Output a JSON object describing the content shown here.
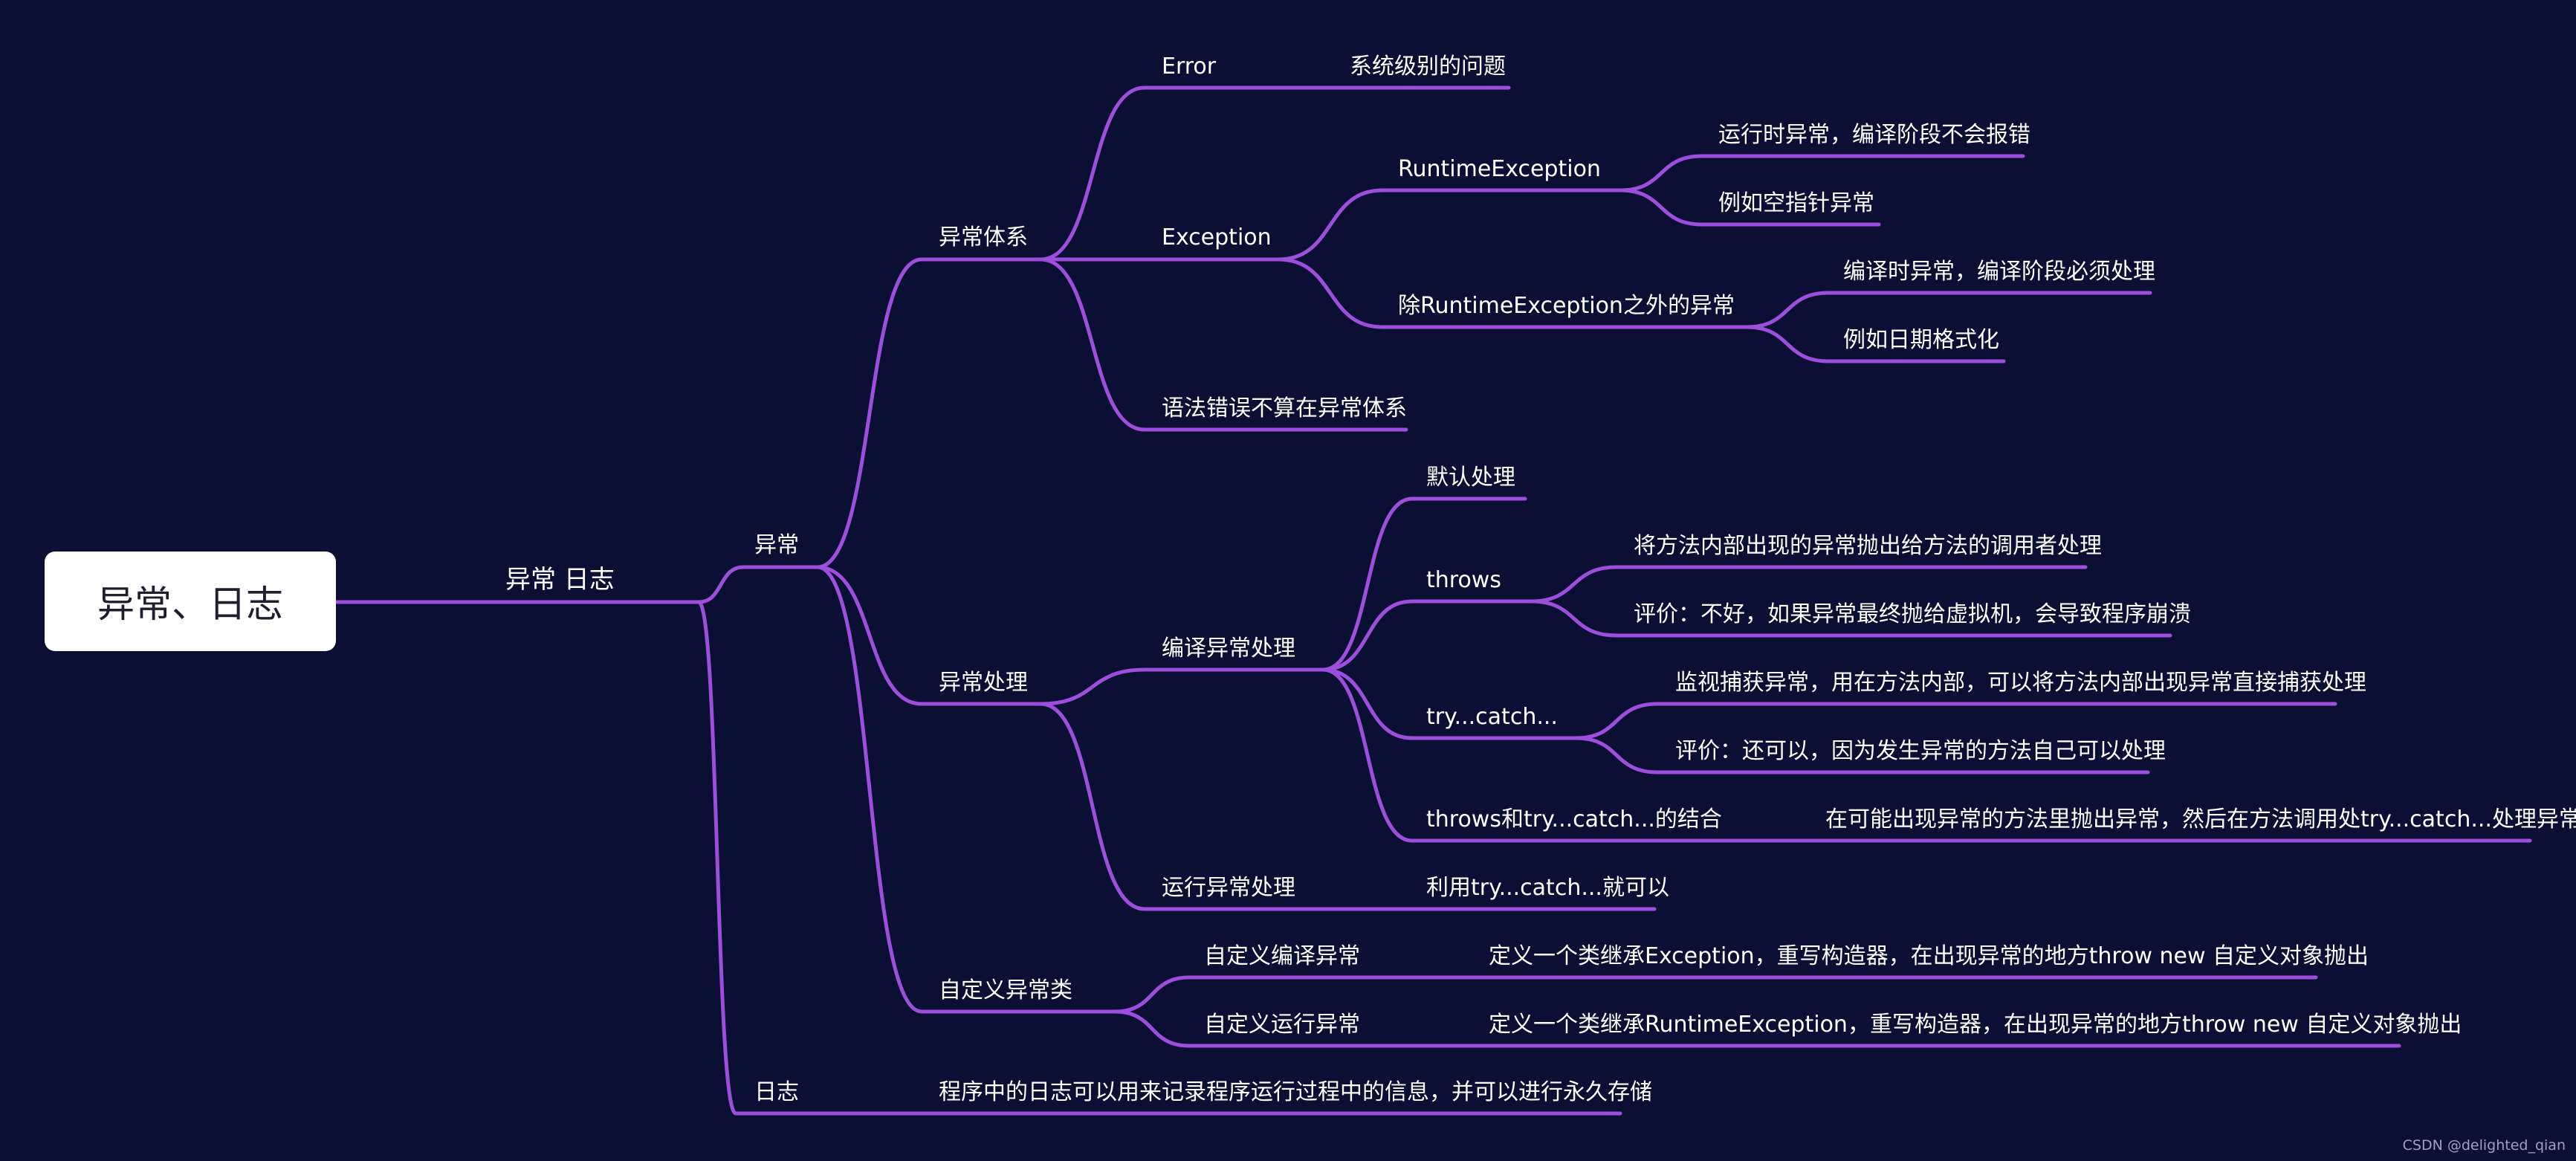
{
  "colors": {
    "background": "#0b0f33",
    "line": "#9d4edd",
    "root_box": "#ffffff",
    "text": "#ffffff"
  },
  "root": "异常、日志",
  "nodes": [
    {
      "id": "n1",
      "text": "异常 日志"
    },
    {
      "id": "yc",
      "text": "异常"
    },
    {
      "id": "rz",
      "text": "日志"
    },
    {
      "id": "txi",
      "text": "异常体系"
    },
    {
      "id": "cl",
      "text": "异常处理"
    },
    {
      "id": "zdy",
      "text": "自定义异常类"
    },
    {
      "id": "err",
      "text": "Error"
    },
    {
      "id": "errd",
      "text": "系统级别的问题"
    },
    {
      "id": "exc",
      "text": "Exception"
    },
    {
      "id": "rte",
      "text": "RuntimeException"
    },
    {
      "id": "rte1",
      "text": "运行时异常，编译阶段不会报错"
    },
    {
      "id": "rte2",
      "text": "例如空指针异常"
    },
    {
      "id": "nrte",
      "text": "除RuntimeException之外的异常"
    },
    {
      "id": "nrte1",
      "text": "编译时异常，编译阶段必须处理"
    },
    {
      "id": "nrte2",
      "text": "例如日期格式化"
    },
    {
      "id": "yfcw",
      "text": "语法错误不算在异常体系"
    },
    {
      "id": "byc",
      "text": "编译异常处理"
    },
    {
      "id": "mrcl",
      "text": "默认处理"
    },
    {
      "id": "throws",
      "text": "throws"
    },
    {
      "id": "th1",
      "text": "将方法内部出现的异常抛出给方法的调用者处理"
    },
    {
      "id": "th2",
      "text": "评价：不好，如果异常最终抛给虚拟机，会导致程序崩溃"
    },
    {
      "id": "tc",
      "text": "try...catch..."
    },
    {
      "id": "tc1",
      "text": "监视捕获异常，用在方法内部，可以将方法内部出现异常直接捕获处理"
    },
    {
      "id": "tc2",
      "text": "评价：还可以，因为发生异常的方法自己可以处理"
    },
    {
      "id": "thtc",
      "text": "throws和try...catch...的结合"
    },
    {
      "id": "thtc1",
      "text": "在可能出现异常的方法里抛出异常，然后在方法调用处try...catch...处理异常"
    },
    {
      "id": "yxcl",
      "text": "运行异常处理"
    },
    {
      "id": "yxcl1",
      "text": "利用try...catch...就可以"
    },
    {
      "id": "zdbyc",
      "text": "自定义编译异常"
    },
    {
      "id": "zdbyc1",
      "text": "定义一个类继承Exception，重写构造器，在出现异常的地方throw new 自定义对象抛出"
    },
    {
      "id": "zdyx",
      "text": "自定义运行异常"
    },
    {
      "id": "zdyx1",
      "text": "定义一个类继承RuntimeException，重写构造器，在出现异常的地方throw new 自定义对象抛出"
    },
    {
      "id": "rz1",
      "text": "程序中的日志可以用来记录程序运行过程中的信息，并可以进行永久存储"
    }
  ],
  "watermark": "CSDN @delighted_qian"
}
